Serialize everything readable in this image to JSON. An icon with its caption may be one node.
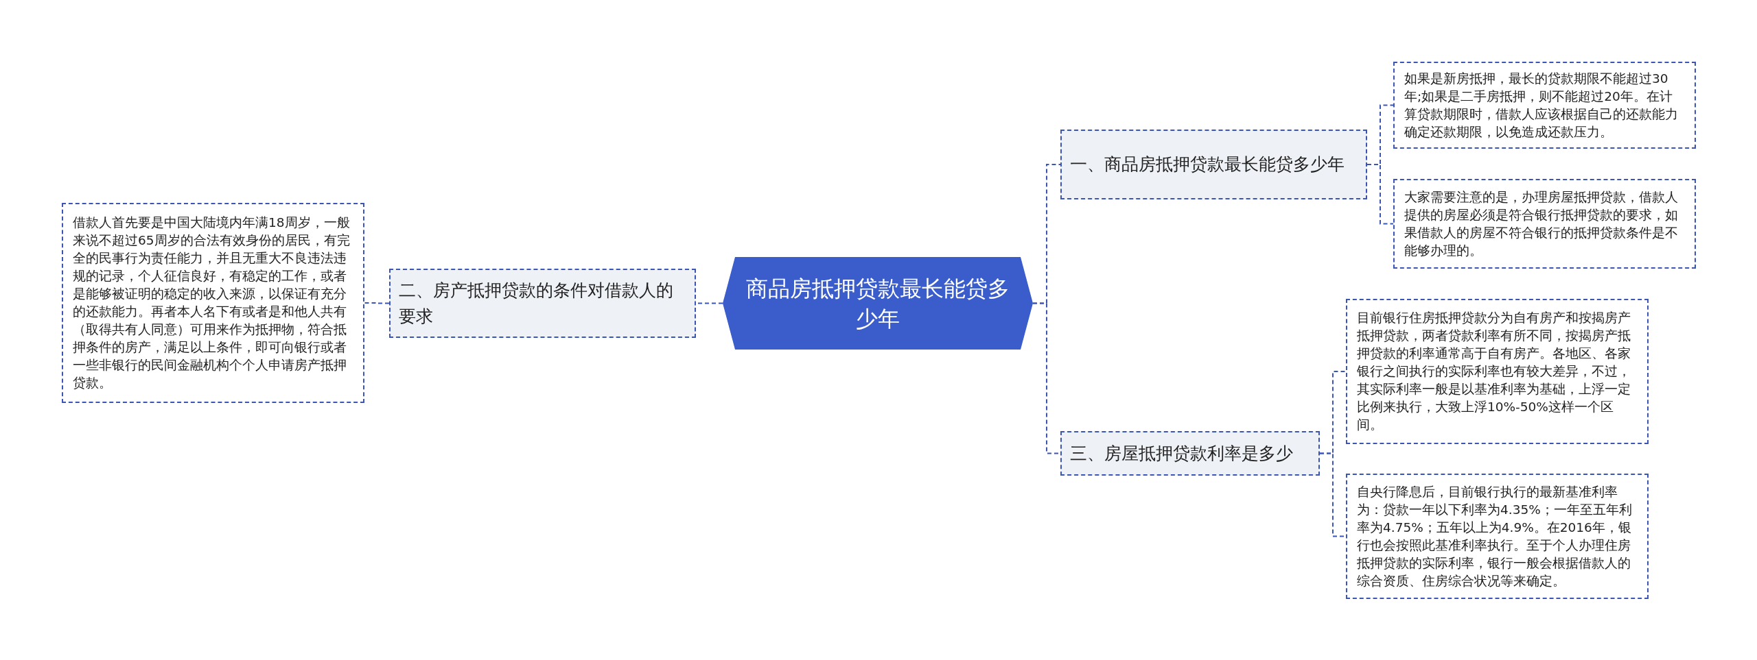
{
  "diagram": {
    "nodes": [
      {
        "text": [
          "商品房抵押贷款最长能贷多少年"
        ]
      },
      {
        "text": [
          "一、商品房抵押贷款最长能贷多少年"
        ]
      },
      {
        "text": [
          "如果是新房抵押，最长的贷款期限不能超过30年;如果是二手房抵押，则不能超过20年。在计算贷款期限时，借款人应该根据自己的还款能力确定还款期限，以免造成还款压力。"
        ]
      },
      {
        "text": [
          "大家需要注意的是，办理房屋抵押贷款，借款人提供的房屋必须是符合银行抵押贷款的要求，如果借款人的房屋不符合银行的抵押贷款条件是不能够办理的。"
        ]
      },
      {
        "text": [
          "三、房屋抵押贷款利率是多少"
        ]
      },
      {
        "text": [
          "目前银行住房抵押贷款分为自有房产和按揭房产抵押贷款，两者贷款利率有所不同，按揭房产抵押贷款的利率通常高于自有房产。各地区、各家银行之间执行的实际利率也有较大差异，不过，其实际利率一般是以基准利率为基础，上浮一定比例来执行，大致上浮10%-50%这样一个区间。"
        ]
      },
      {
        "text": [
          "自央行降息后，目前银行执行的最新基准利率为：贷款一年以下利率为4.35%；一年至五年利率为4.75%；五年以上为4.9%。在2016年，银行也会按照此基准利率执行。至于个人办理住房抵押贷款的实际利率，银行一般会根据借款人的综合资质、住房综合状况等来确定。"
        ]
      },
      {
        "text": [
          "二、房产抵押贷款的条件对借款人的要求"
        ]
      },
      {
        "text": [
          "借款人首先要是中国大陆境内年满18周岁，一般来说不超过65周岁的合法有效身份的居民，有完全的民事行为责任能力，并且无重大不良违法违规的记录，个人征信良好，有稳定的工作，或者是能够被证明的稳定的收入来源，以保证有充分的还款能力。再者本人名下有或者是和他人共有（取得共有人同意）可用来作为抵押物，符合抵押条件的房产，满足以上条件，即可向银行或者一些非银行的民间金融机构个个人申请房产抵押贷款。"
        ]
      }
    ],
    "edges": [
      {
        "from": 0,
        "to": 1,
        "arrow": "none"
      },
      {
        "from": 0,
        "to": 4,
        "arrow": "none"
      },
      {
        "from": 0,
        "to": 7,
        "arrow": "none"
      },
      {
        "from": 1,
        "to": 2,
        "arrow": "none"
      },
      {
        "from": 1,
        "to": 3,
        "arrow": "none"
      },
      {
        "from": 4,
        "to": 5,
        "arrow": "none"
      },
      {
        "from": 4,
        "to": 6,
        "arrow": "none"
      },
      {
        "from": 7,
        "to": 8,
        "arrow": "none"
      }
    ]
  }
}
